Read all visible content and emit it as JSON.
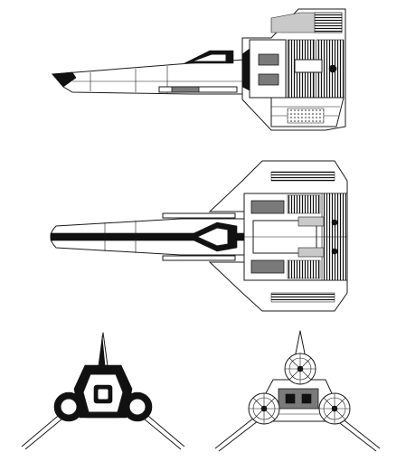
{
  "drawing": {
    "views": [
      {
        "view": "side"
      },
      {
        "view": "top"
      },
      {
        "view": "front"
      },
      {
        "view": "rear"
      }
    ],
    "colors": {
      "ink": "#1a1a1a",
      "paper": "#ffffff",
      "shade": "#7a7a7a"
    }
  }
}
